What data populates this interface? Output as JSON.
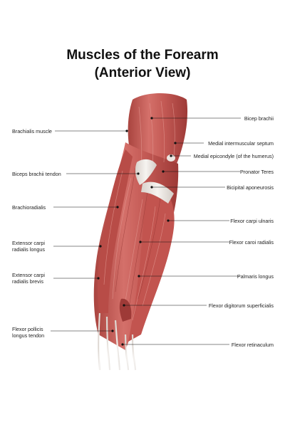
{
  "title": {
    "line1": "Muscles of the Forearm",
    "line2": "(Anterior View)"
  },
  "labels_left": [
    {
      "id": "brachialis",
      "lines": [
        "Brachialis muscle"
      ]
    },
    {
      "id": "biceps-tendon",
      "lines": [
        "Biceps brachii tendon"
      ]
    },
    {
      "id": "brachioradialis",
      "lines": [
        "Brachioradialis"
      ]
    },
    {
      "id": "ecrl",
      "lines": [
        "Extensor carpi",
        "radialis longus"
      ]
    },
    {
      "id": "ecrb",
      "lines": [
        "Extensor carpi",
        "radialis brevis"
      ]
    },
    {
      "id": "fpl-tendon",
      "lines": [
        "Flexor pollicis",
        "longus tendon"
      ]
    }
  ],
  "labels_right": [
    {
      "id": "bicep-brachii",
      "lines": [
        "Bicep brachii"
      ]
    },
    {
      "id": "medial-septum",
      "lines": [
        "Medial intermuscular septum"
      ]
    },
    {
      "id": "medial-epicondyle",
      "lines": [
        "Medial epicondyle (of the humerus)"
      ]
    },
    {
      "id": "pronator-teres",
      "lines": [
        "Pronator Teres"
      ]
    },
    {
      "id": "bicipital-aponeurosis",
      "lines": [
        "Bicipital aponeurosis"
      ]
    },
    {
      "id": "fcu",
      "lines": [
        "Flexor carpi ulnaris"
      ]
    },
    {
      "id": "fcr",
      "lines": [
        "Flexor caroi radialis"
      ]
    },
    {
      "id": "palmaris",
      "lines": [
        "Palmaris longus"
      ]
    },
    {
      "id": "fds",
      "lines": [
        "Flexor digitorum superficialis"
      ]
    },
    {
      "id": "retinaculum",
      "lines": [
        "Flexor retinaculum"
      ]
    }
  ],
  "colors": {
    "muscle": "#c9605c",
    "muscle_dark": "#9e3a37",
    "muscle_light": "#e39a93",
    "tendon": "#eeeae6",
    "leader": "#111111"
  }
}
